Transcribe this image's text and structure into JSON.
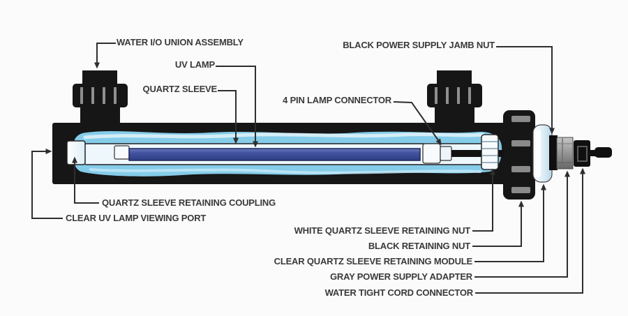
{
  "figure": {
    "type": "technical-diagram",
    "subject": "UV sterilizer lamp assembly cutaway with part callouts",
    "background_color": "#fbfbfb",
    "colors": {
      "casing_black": "#161616",
      "water_blue": "#85cce9",
      "water_highlight": "#ffffff",
      "quartz_sleeve_fill": "#eef7fc",
      "uv_lamp_blue": "#44549f",
      "uv_lamp_outline": "#1d2757",
      "clear_module_fill": "#c9e2ef",
      "gray_adapter": "#9a9a9a",
      "union_slot_gray": "#8f8f8f",
      "leader_line": "#2e2e2e",
      "label_text": "#3a3a3a"
    },
    "labels": {
      "water_io_union": "WATER I/O UNION ASSEMBLY",
      "uv_lamp": "UV LAMP",
      "quartz_sleeve": "QUARTZ SLEEVE",
      "black_power_jamb_nut": "BLACK POWER SUPPLY JAMB NUT",
      "four_pin_connector": "4 PIN LAMP CONNECTOR",
      "retaining_coupling": "QUARTZ SLEEVE RETAINING COUPLING",
      "viewing_port": "CLEAR UV LAMP VIEWING PORT",
      "white_retaining_nut": "WHITE QUARTZ SLEEVE RETAINING NUT",
      "black_retaining_nut": "BLACK RETAINING NUT",
      "clear_retaining_module": "CLEAR QUARTZ SLEEVE RETAINING MODULE",
      "gray_power_adapter": "GRAY POWER SUPPLY ADAPTER",
      "water_tight_cord": "WATER TIGHT CORD CONNECTOR"
    }
  }
}
